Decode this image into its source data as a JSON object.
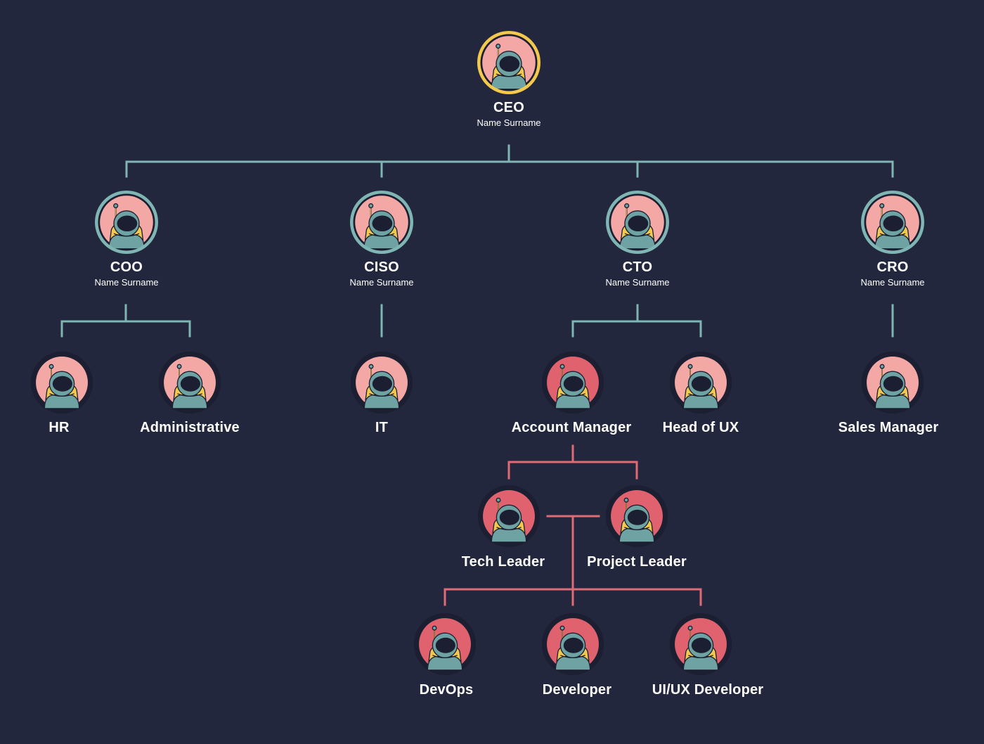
{
  "colors": {
    "background": "#22273d",
    "connector_main": "#7fb6b4",
    "connector_sub": "#e06a76",
    "ceo_ring": "#f2c94c",
    "exec_ring": "#7fb6b4",
    "avatar_light": "#f3a8a6",
    "avatar_dark": "#e0626e",
    "astronaut_suit": "#6fa3a3",
    "astronaut_visor": "#1b1f31",
    "astronaut_pack": "#f2c94c"
  },
  "icons": {
    "avatar": "astronaut-avatar-icon"
  },
  "nodes": {
    "ceo": {
      "title": "CEO",
      "subtitle": "Name Surname"
    },
    "coo": {
      "title": "COO",
      "subtitle": "Name Surname"
    },
    "ciso": {
      "title": "CISO",
      "subtitle": "Name Surname"
    },
    "cto": {
      "title": "CTO",
      "subtitle": "Name Surname"
    },
    "cro": {
      "title": "CRO",
      "subtitle": "Name Surname"
    },
    "hr": {
      "title": "HR"
    },
    "administrative": {
      "title": "Administrative"
    },
    "it": {
      "title": "IT"
    },
    "account_manager": {
      "title": "Account Manager"
    },
    "head_of_ux": {
      "title": "Head of UX"
    },
    "sales_manager": {
      "title": "Sales Manager"
    },
    "tech_leader": {
      "title": "Tech Leader"
    },
    "project_leader": {
      "title": "Project Leader"
    },
    "devops": {
      "title": "DevOps"
    },
    "developer": {
      "title": "Developer"
    },
    "uiux_developer": {
      "title": "UI/UX Developer"
    }
  }
}
